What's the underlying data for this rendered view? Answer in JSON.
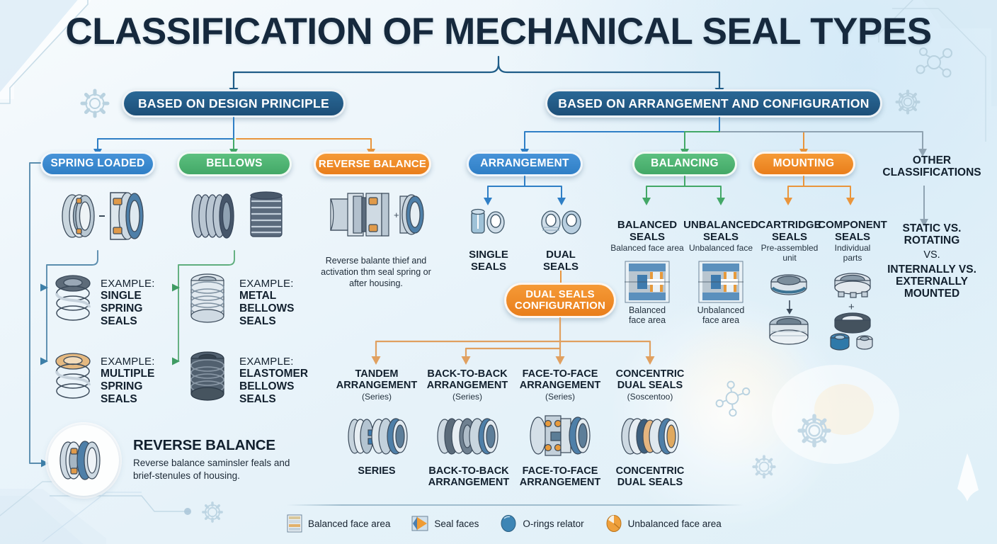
{
  "title": "CLASSIFICATION OF MECHANICAL SEAL TYPES",
  "colors": {
    "navy": "#1d4f78",
    "blue": "#2f7fc6",
    "green": "#43a867",
    "orange": "#e97e1b",
    "title_text": "#16293d",
    "background": "#eaf4fa"
  },
  "branches": {
    "left": "BASED ON DESIGN PRINCIPLE",
    "right": "BASED ON ARRANGEMENT AND CONFIGURATION"
  },
  "design_principle": {
    "categories": [
      {
        "label": "SPRING LOADED",
        "color": "blue"
      },
      {
        "label": "BELLOWS",
        "color": "green"
      },
      {
        "label": "REVERSE BALANCE",
        "color": "orange"
      }
    ],
    "reverse_balance_note": "Reverse balante thief and activation thm seal spring or after housing.",
    "examples": [
      {
        "prefix": "EXAMPLE:",
        "name": "SINGLE\nSPRING\nSEALS"
      },
      {
        "prefix": "EXAMPLE:",
        "name": "METAL\nBELLOWS\nSEALS"
      },
      {
        "prefix": "EXAMPLE:",
        "name": "MULTIPLE\nSPRING\nSEALS"
      },
      {
        "prefix": "EXAMPLE:",
        "name": "ELASTOMER\nBELLOWS\nSEALS"
      }
    ],
    "callout": {
      "title": "REVERSE BALANCE",
      "desc": "Reverse balance saminsler feals and brief-stenules of housing."
    }
  },
  "arrangement_config": {
    "categories": [
      {
        "label": "ARRANGEMENT",
        "color": "blue"
      },
      {
        "label": "BALANCING",
        "color": "green"
      },
      {
        "label": "MOUNTING",
        "color": "orange"
      }
    ],
    "other_classifications": {
      "heading": "OTHER\nCLASSIFICATIONS",
      "body_line1": "STATIC VS.\nROTATING",
      "body_vs": "VS.",
      "body_line2": "INTERNALLY VS.\nEXTERNALLY\nMOUNTED"
    },
    "arrangement_items": [
      {
        "label": "SINGLE\nSEALS"
      },
      {
        "label": "DUAL\nSEALS"
      }
    ],
    "balancing_items": [
      {
        "label": "BALANCED\nSEALS",
        "sub": "Balanced face area",
        "caption": "Balanced\nface area"
      },
      {
        "label": "UNBALANCED\nSEALS",
        "sub": "Unbalanced face",
        "caption": "Unbalanced\nface area"
      }
    ],
    "mounting_items": [
      {
        "label": "CARTRIDGE\nSEALS",
        "sub": "Pre-assembled\nunit",
        "connector": "↓"
      },
      {
        "label": "COMPONENT\nSEALS",
        "sub": "Individual\nparts",
        "connector": "+"
      }
    ]
  },
  "dual_seals": {
    "hub": "DUAL SEALS\nCONFIGURATION",
    "items": [
      {
        "title": "TANDEM\nARRANGEMENT",
        "paren": "(Series)",
        "bottom": "SERIES"
      },
      {
        "title": "BACK-TO-BACK\nARRANGEMENT",
        "paren": "(Series)",
        "bottom": "BACK-TO-BACK\nARRANGEMENT"
      },
      {
        "title": "FACE-TO-FACE\nARRANGEMENT",
        "paren": "(Series)",
        "bottom": "FACE-TO-FACE\nARRANGEMENT"
      },
      {
        "title": "CONCENTRIC\nDUAL SEALS",
        "paren": "(Soscentoo)",
        "bottom": "CONCENTRIC\nDUAL SEALS"
      }
    ]
  },
  "legend": [
    {
      "icon": "balanced-face-area-swatch",
      "label": "Balanced face area"
    },
    {
      "icon": "seal-faces-swatch",
      "label": "Seal faces"
    },
    {
      "icon": "o-rings-swatch",
      "label": "O-rings relator"
    },
    {
      "icon": "unbalanced-face-area-swatch",
      "label": "Unbalanced face area"
    }
  ]
}
